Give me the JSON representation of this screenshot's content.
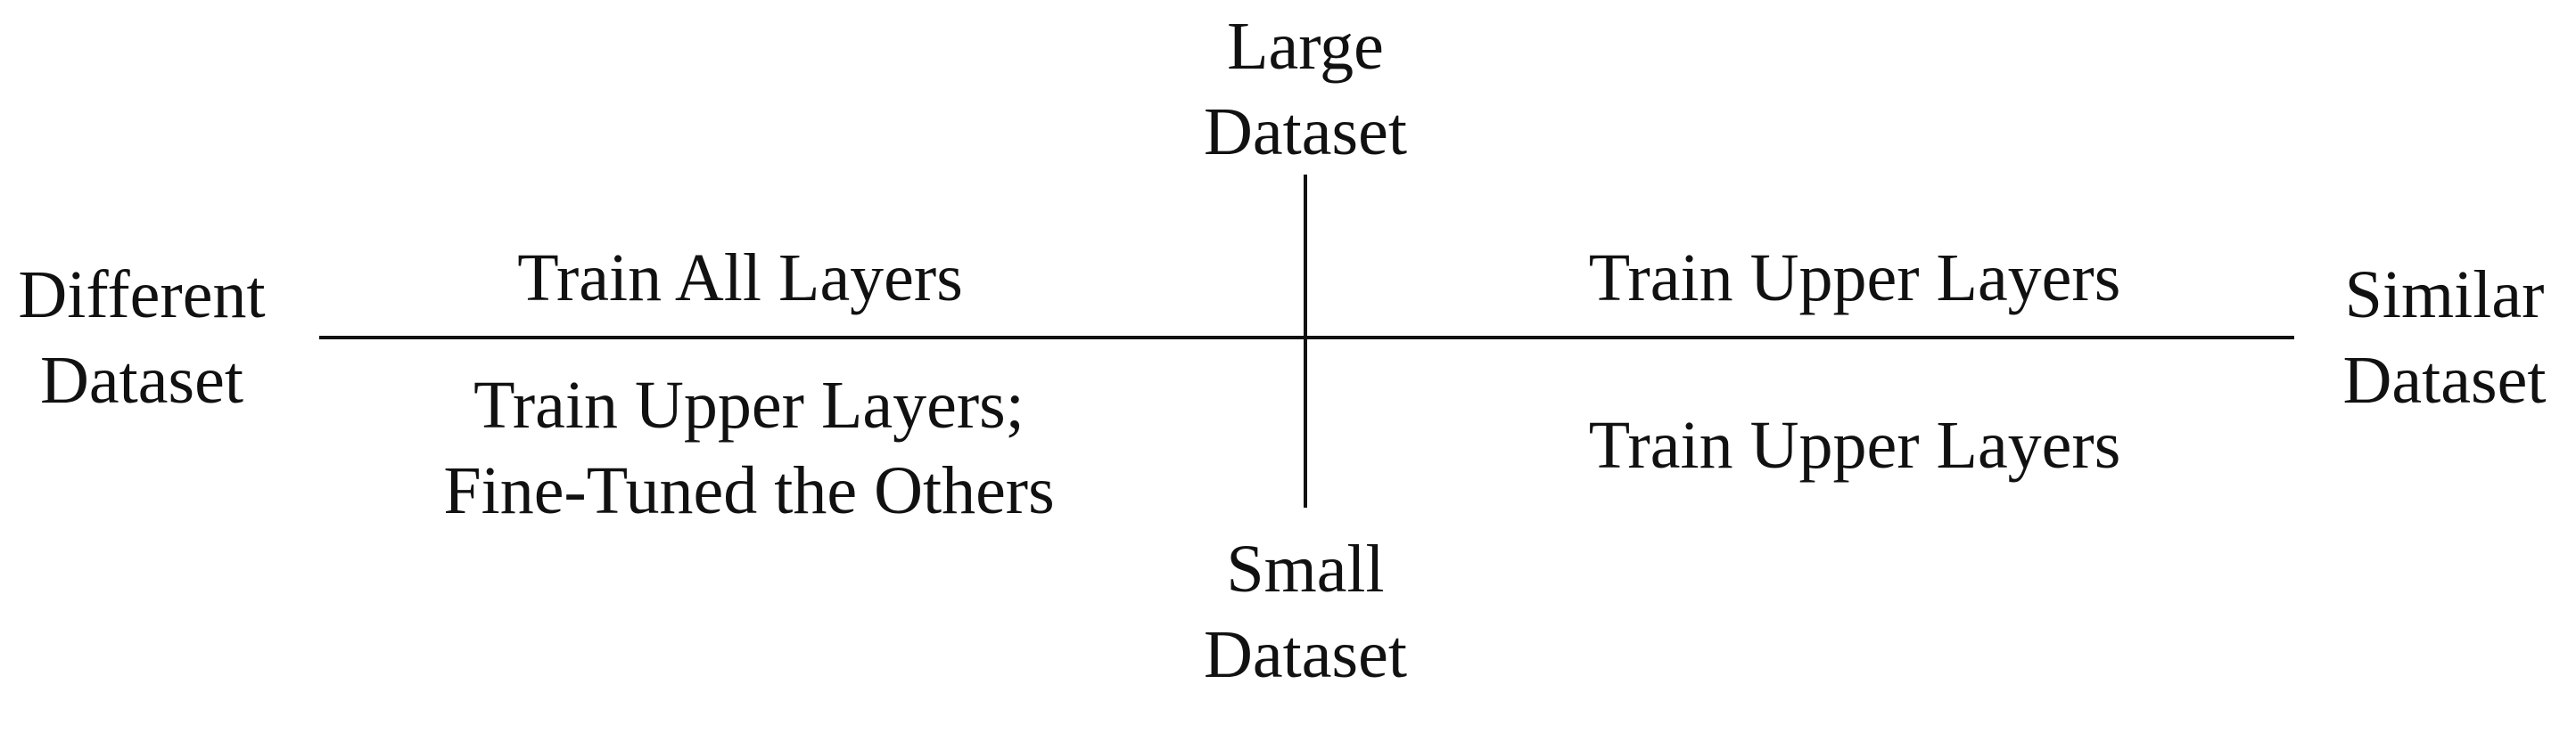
{
  "axes": {
    "top": [
      "Large",
      "Dataset"
    ],
    "bottom": [
      "Small",
      "Dataset"
    ],
    "left": [
      "Different",
      "Dataset"
    ],
    "right": [
      "Similar",
      "Dataset"
    ]
  },
  "quadrants": {
    "top_left": [
      "Train All Layers"
    ],
    "top_right": [
      "Train Upper Layers"
    ],
    "bottom_left": [
      "Train Upper Layers;",
      "Fine-Tuned the Others"
    ],
    "bottom_right": [
      "Train Upper Layers"
    ]
  }
}
